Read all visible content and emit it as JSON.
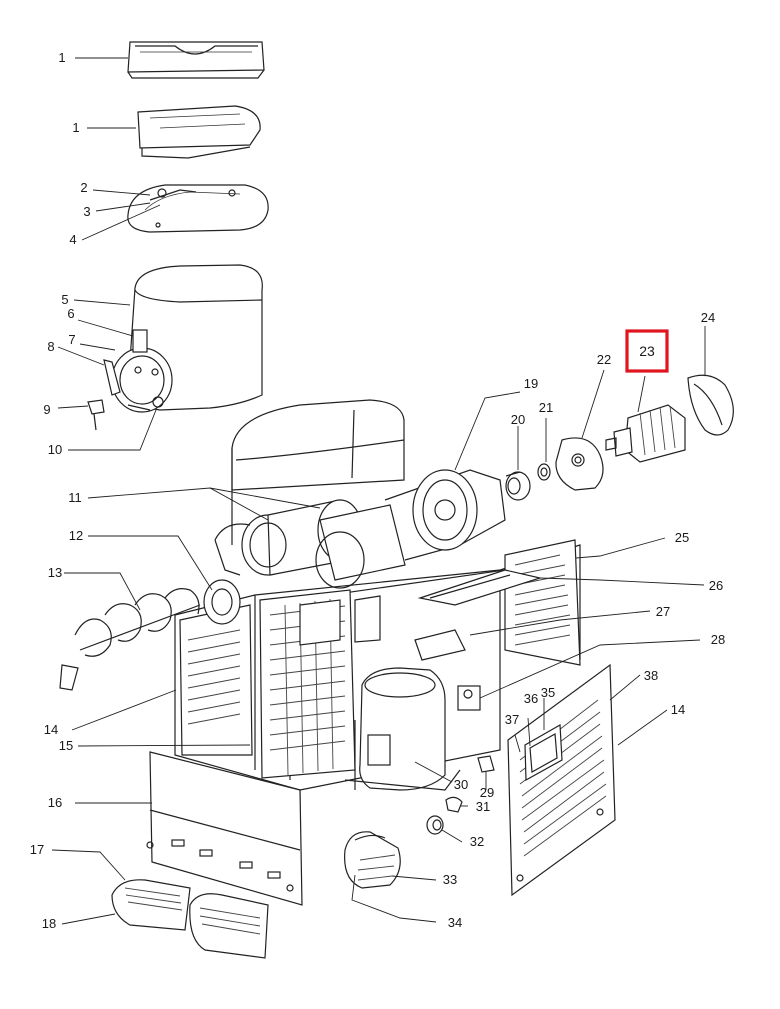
{
  "diagram": {
    "highlight": {
      "label": "23",
      "color": "#e0151f"
    },
    "labels": {
      "p1a": "1",
      "p1b": "1",
      "p2": "2",
      "p3": "3",
      "p4": "4",
      "p5": "5",
      "p6": "6",
      "p7": "7",
      "p8": "8",
      "p9": "9",
      "p10": "10",
      "p11": "11",
      "p12": "12",
      "p13": "13",
      "p14a": "14",
      "p14b": "14",
      "p15": "15",
      "p16": "16",
      "p17": "17",
      "p18": "18",
      "p19": "19",
      "p20": "20",
      "p21": "21",
      "p22": "22",
      "p24": "24",
      "p25": "25",
      "p26": "26",
      "p27": "27",
      "p28": "28",
      "p29": "29",
      "p30": "30",
      "p31": "31",
      "p32": "32",
      "p33": "33",
      "p34": "34",
      "p35": "35",
      "p36": "36",
      "p37": "37",
      "p38": "38"
    }
  }
}
